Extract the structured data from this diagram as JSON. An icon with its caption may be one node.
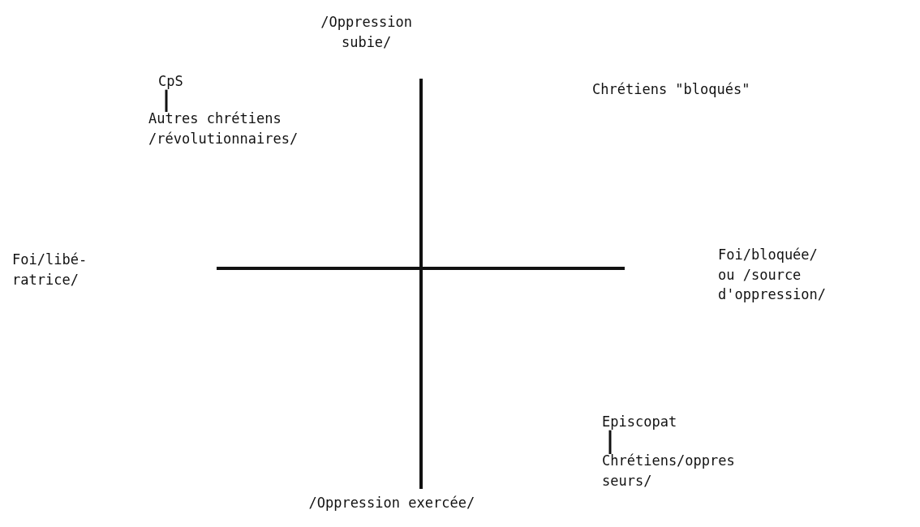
{
  "diagram": {
    "nodes": [
      {
        "text": [
          "CpS"
        ]
      },
      {
        "text": [
          "Autres chrétiens /révolutionnaires/"
        ]
      },
      {
        "text": [
          "Episcopat"
        ]
      },
      {
        "text": [
          "Chrétiens/oppres seurs/"
        ]
      }
    ],
    "edges": [
      {
        "from": 0,
        "to": 1,
        "arrow": "none"
      },
      {
        "from": 2,
        "to": 3,
        "arrow": "none"
      }
    ],
    "labels": [
      "/Oppression subie/",
      "Chrétiens \"bloqués\"",
      "Foi/libé- ratrice/",
      "Foi/bloquée/ ou /source d'oppression/",
      "/Oppression exercée/"
    ]
  }
}
